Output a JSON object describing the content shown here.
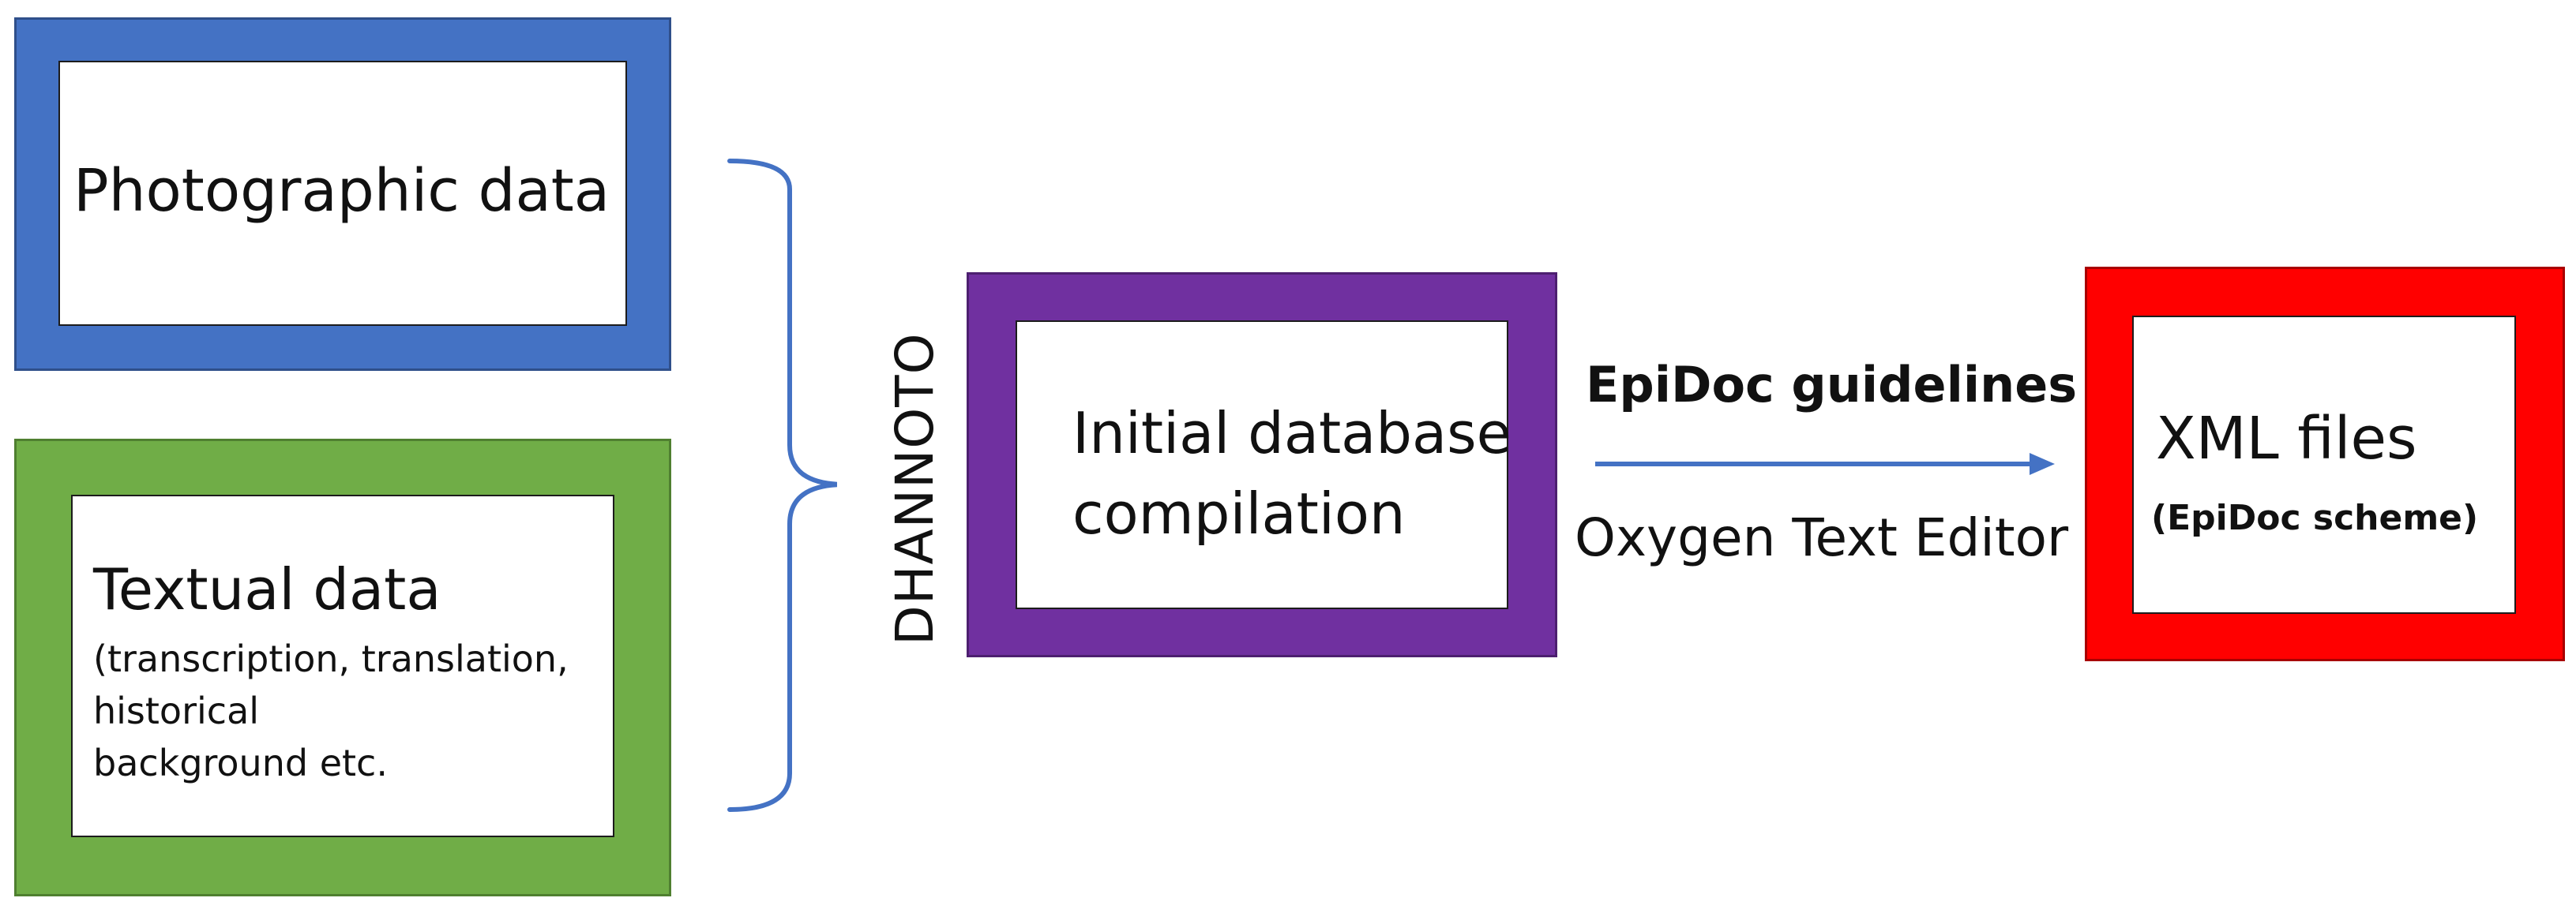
{
  "diagram": {
    "photographic": {
      "label": "Photographic data",
      "frame_color": "#4472C4"
    },
    "textual": {
      "label": "Textual data",
      "detail_lines": [
        "(transcription, translation,",
        "historical",
        "background etc."
      ],
      "frame_color": "#70AD47"
    },
    "vertical_label": "DHANNOTO",
    "database": {
      "label_lines": [
        "Initial database",
        "compilation"
      ],
      "frame_color": "#7030A0"
    },
    "arrow": {
      "label_top": "EpiDoc guidelines",
      "label_bottom": "Oxygen Text Editor",
      "color": "#4472C4"
    },
    "xml": {
      "label": "XML files",
      "sublabel": "(EpiDoc scheme)",
      "frame_color": "#FF0000"
    },
    "brace_color": "#4472C4"
  }
}
